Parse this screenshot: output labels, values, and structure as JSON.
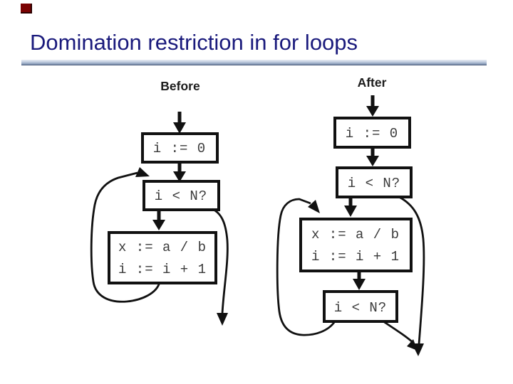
{
  "slide": {
    "title": "Domination restriction in for loops"
  },
  "colors": {
    "title_text": "#1a1a7c",
    "rule_top": "#ccd6e5",
    "rule_bottom": "#3c4c68",
    "decoration_red": "#7a0202",
    "diagram_ink": "#111111"
  },
  "diagrams": {
    "before": {
      "label": "Before",
      "init": "i := 0",
      "test": "i < N?",
      "body_line1": "x := a / b",
      "body_line2": "i := i + 1"
    },
    "after": {
      "label": "After",
      "init": "i := 0",
      "test_top": "i < N?",
      "body_line1": "x := a / b",
      "body_line2": "i := i + 1",
      "test_bottom": "i < N?"
    }
  }
}
